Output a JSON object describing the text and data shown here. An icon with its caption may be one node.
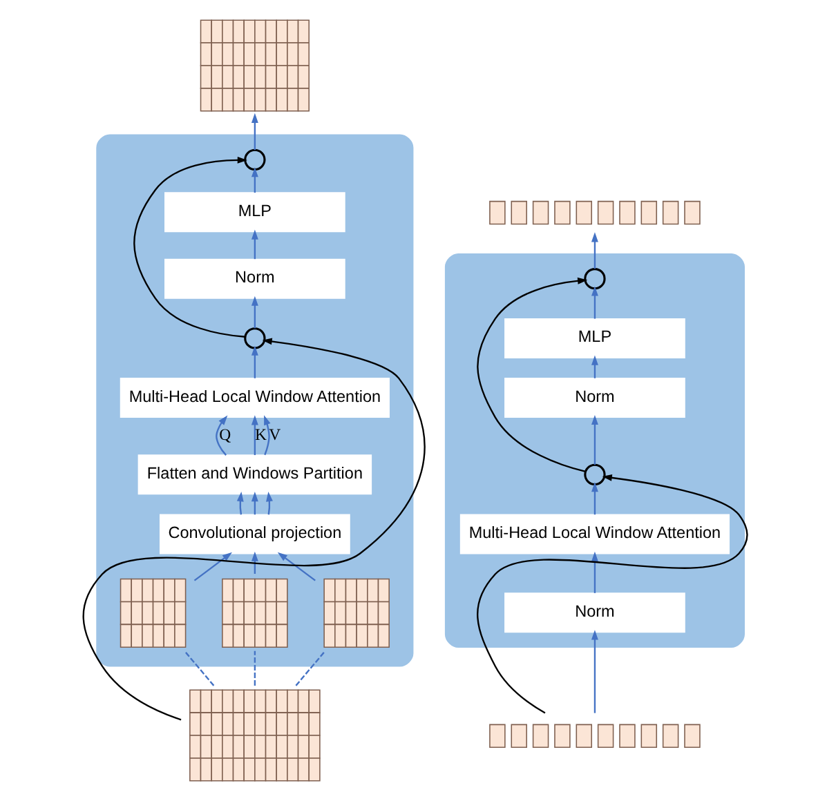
{
  "diagram": {
    "nodes": [
      {
        "text": [],
        "shape": "box"
      },
      {
        "text": [],
        "shape": "picture"
      },
      {
        "text": [],
        "shape": "circle",
        "in": 0
      },
      {
        "text": [
          "MLP"
        ],
        "in": 0
      },
      {
        "text": [
          "Norm"
        ],
        "in": 0
      },
      {
        "text": [],
        "shape": "circle",
        "in": 0
      },
      {
        "text": [
          "Multi-Head Local Window Attention"
        ],
        "in": 0
      },
      {
        "text": [
          "Flatten and Windows Partition"
        ],
        "in": 0
      },
      {
        "text": [
          "Convolutional projection"
        ],
        "in": 0
      },
      {
        "text": [],
        "shape": "picture",
        "in": 0
      },
      {
        "text": [],
        "shape": "picture",
        "in": 0
      },
      {
        "text": [],
        "shape": "picture",
        "in": 0
      },
      {
        "text": [],
        "shape": "picture"
      },
      {
        "text": [],
        "shape": "box"
      },
      {
        "text": [],
        "shape": "picture"
      },
      {
        "text": [],
        "shape": "circle",
        "in": 13
      },
      {
        "text": [
          "MLP"
        ],
        "in": 13
      },
      {
        "text": [
          "Norm"
        ],
        "in": 13
      },
      {
        "text": [],
        "shape": "circle",
        "in": 13
      },
      {
        "text": [
          "Multi-Head Local Window Attention"
        ],
        "in": 13
      },
      {
        "text": [
          "Norm"
        ],
        "in": 13
      },
      {
        "text": [],
        "shape": "picture"
      }
    ],
    "edges": [
      {
        "from": 12,
        "to": 9,
        "arrow": "none",
        "style": "dashed"
      },
      {
        "from": 12,
        "to": 10,
        "arrow": "none",
        "style": "dashed"
      },
      {
        "from": 12,
        "to": 11,
        "arrow": "none",
        "style": "dashed"
      },
      {
        "from": 9,
        "to": 8,
        "arrow": "to"
      },
      {
        "from": 10,
        "to": 8,
        "arrow": "to"
      },
      {
        "from": 11,
        "to": 8,
        "arrow": "to"
      },
      {
        "from": 8,
        "to": 7,
        "arrow": "to"
      },
      {
        "from": 8,
        "to": 7,
        "arrow": "to"
      },
      {
        "from": 8,
        "to": 7,
        "arrow": "to"
      },
      {
        "from": 7,
        "to": 6,
        "arrow": "to",
        "label": "Q"
      },
      {
        "from": 7,
        "to": 6,
        "arrow": "to",
        "label": "K"
      },
      {
        "from": 7,
        "to": 6,
        "arrow": "to",
        "label": "V"
      },
      {
        "from": 6,
        "to": 5,
        "arrow": "to"
      },
      {
        "from": 5,
        "to": 4,
        "arrow": "to"
      },
      {
        "from": 4,
        "to": 3,
        "arrow": "to"
      },
      {
        "from": 3,
        "to": 2,
        "arrow": "to"
      },
      {
        "from": 2,
        "to": 1,
        "arrow": "to"
      },
      {
        "from": 12,
        "to": 5,
        "arrow": "to",
        "color": "#000000"
      },
      {
        "from": 5,
        "to": 2,
        "arrow": "to",
        "color": "#000000"
      },
      {
        "from": 21,
        "to": 20,
        "arrow": "to"
      },
      {
        "from": 20,
        "to": 19,
        "arrow": "to"
      },
      {
        "from": 19,
        "to": 18,
        "arrow": "to"
      },
      {
        "from": 18,
        "to": 17,
        "arrow": "to"
      },
      {
        "from": 17,
        "to": 16,
        "arrow": "to"
      },
      {
        "from": 16,
        "to": 15,
        "arrow": "to"
      },
      {
        "from": 15,
        "to": 14,
        "arrow": "to"
      },
      {
        "from": 21,
        "to": 18,
        "arrow": "to",
        "color": "#000000"
      },
      {
        "from": 18,
        "to": 15,
        "arrow": "to",
        "color": "#000000"
      }
    ]
  }
}
